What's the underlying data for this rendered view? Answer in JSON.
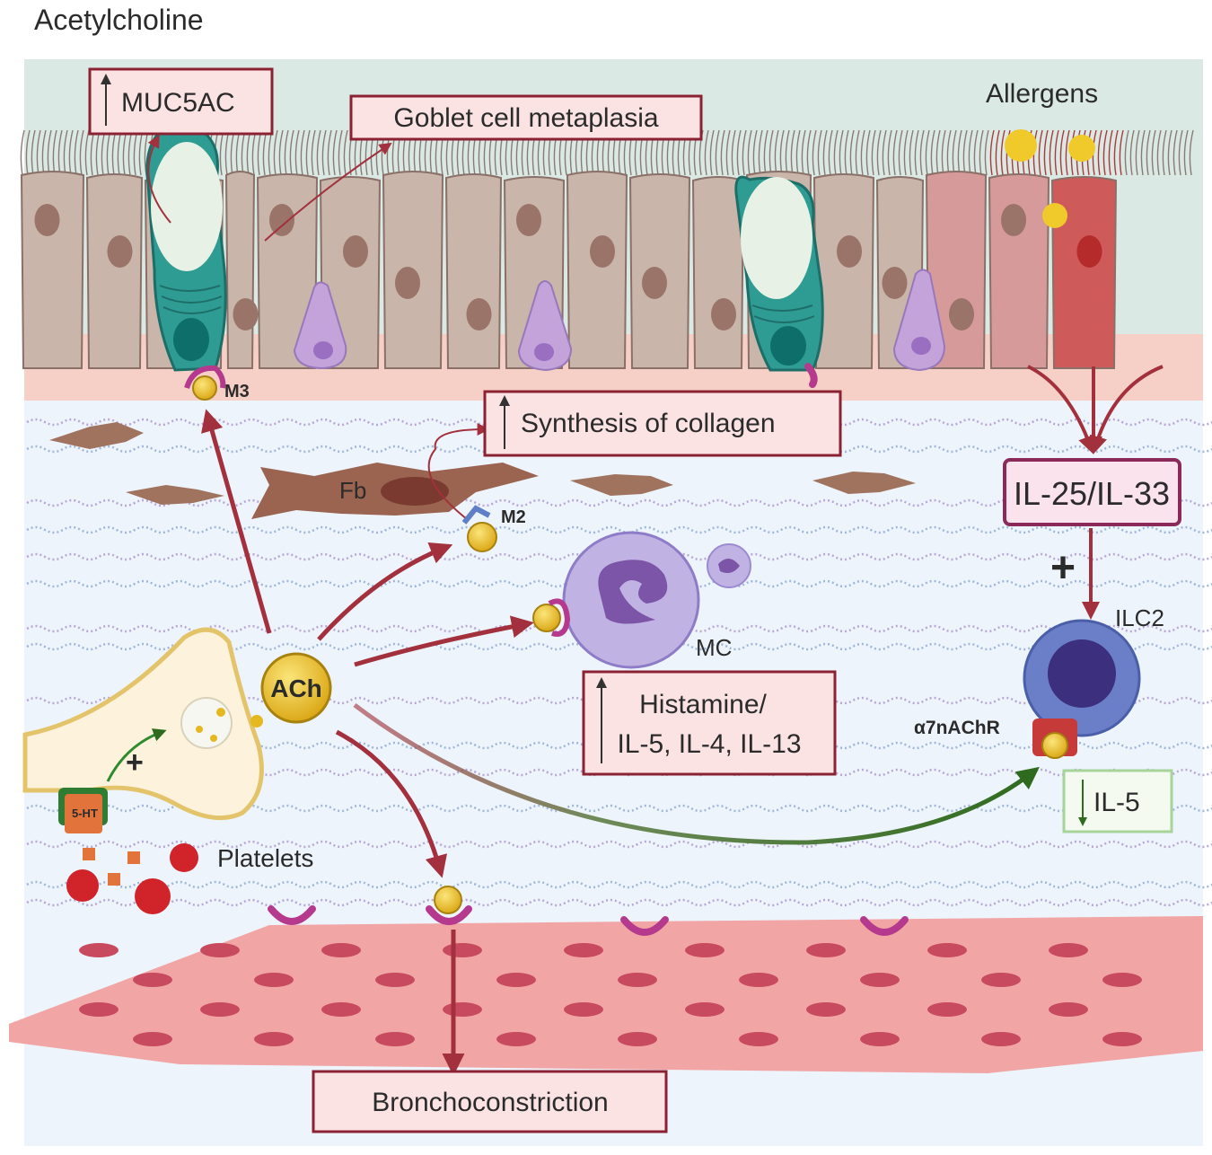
{
  "title": "Acetylcholine",
  "labels": {
    "allergens": "Allergens",
    "m3": "M3",
    "m2": "M2",
    "fb": "Fb",
    "mc": "MC",
    "ach": "ACh",
    "ilc2": "ILC2",
    "a7nachr": "α7nAChR",
    "platelets": "Platelets",
    "serotonin": "5-HT",
    "plus_green": "+",
    "plus_red": "+"
  },
  "boxes": {
    "muc5ac": "MUC5AC",
    "goblet": "Goblet cell metaplasia",
    "collagen": "Synthesis of collagen",
    "il25": "IL-25/IL-33",
    "histamine_line1": "Histamine/",
    "histamine_line2": "IL-5, IL-4, IL-13",
    "il5": "IL-5",
    "broncho": "Bronchoconstriction"
  },
  "colors": {
    "airway_lumen": "#dbe9e4",
    "epithelial_cell": "#c9b5aa",
    "goblet_cell": "#2f9c93",
    "basement_membrane": "#f6d0c6",
    "submucosa": "#eef4fb",
    "smooth_muscle": "#f1a5a5",
    "arrow_red": "#a3303d",
    "arrow_green": "#2f6b1e",
    "box_border": "#8b2233",
    "box_fill": "#fbe3e4",
    "il5_border": "#a6d49a",
    "ach_gold": "#e6b820"
  }
}
